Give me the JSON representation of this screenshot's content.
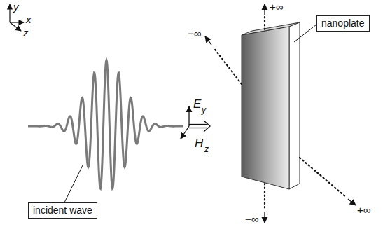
{
  "diagram": {
    "nodes": [
      {
        "text": [
          "nanoplate"
        ]
      },
      {
        "text": [
          "incident wave"
        ]
      }
    ],
    "labels": [
      "y",
      "x",
      "z",
      "E",
      "y",
      "H",
      "z",
      "+∞",
      "−∞",
      "−∞",
      "+∞"
    ]
  }
}
